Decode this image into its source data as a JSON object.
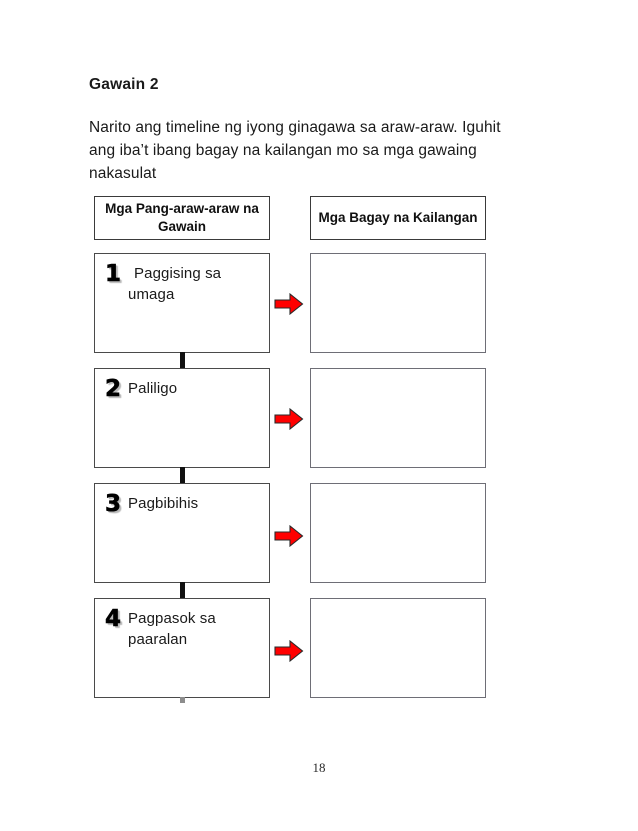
{
  "worksheet": {
    "heading": "Gawain 2",
    "instructions": "Narito ang timeline ng iyong ginagawa sa araw-araw. Iguhit ang iba’t ibang bagay na kailangan mo sa mga gawaing nakasulat",
    "page_number": "18",
    "colors": {
      "arrow_fill": "#ff0000",
      "arrow_stroke": "#2a2a2a",
      "box_border": "#4a4a4a",
      "answer_box_border": "#6e6e76",
      "connector": "#111111",
      "text": "#1a1a1a"
    },
    "columns": [
      {
        "id": "activities",
        "header": "Mga Pang-araw-araw na Gawain"
      },
      {
        "id": "needs",
        "header": "Mga Bagay na Kailangan"
      }
    ],
    "rows": [
      {
        "number": "1",
        "activity": "Paggising sa umaga",
        "arrow_icon": "right-arrow-icon",
        "answer": ""
      },
      {
        "number": "2",
        "activity": "Paliligo",
        "arrow_icon": "right-arrow-icon",
        "answer": ""
      },
      {
        "number": "3",
        "activity": "Pagbibihis",
        "arrow_icon": "right-arrow-icon",
        "answer": ""
      },
      {
        "number": "4",
        "activity": "Pagpasok sa paaralan",
        "arrow_icon": "right-arrow-icon",
        "answer": ""
      }
    ]
  }
}
